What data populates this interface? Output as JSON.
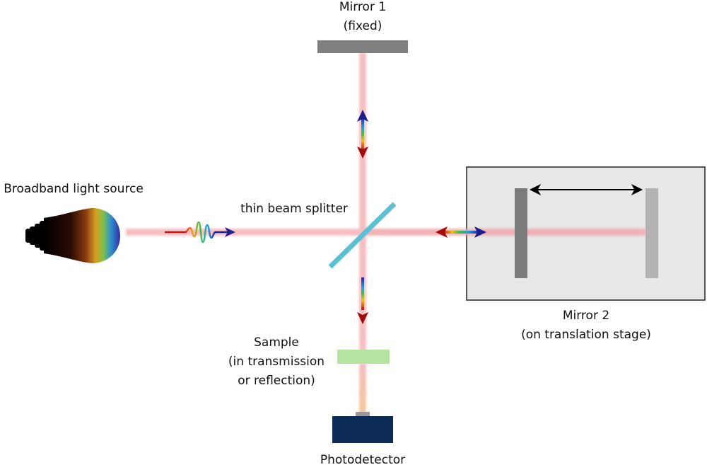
{
  "labels": {
    "mirror1_line1": "Mirror 1",
    "mirror1_line2": "(fixed)",
    "light_source": "Broadband light source",
    "beam_splitter": "thin beam  splitter",
    "mirror2_line1": "Mirror 2",
    "mirror2_line2": "(on translation stage)",
    "sample_line1": "Sample",
    "sample_line2": "(in transmission",
    "sample_line3": "or reflection)",
    "detector": "Photodetector"
  },
  "colors": {
    "beam": "#f4b4b8",
    "mirror1": "#808080",
    "mirror2_near": "#7b7b7b",
    "mirror2_far": "#b3b3b3",
    "stage_fill": "#e8e8e8",
    "stage_border": "#222222",
    "splitter": "#5bbfd6",
    "sample": "#b4e3a2",
    "detector": "#0c2b56",
    "detector_cap": "#9a9a9a",
    "arrow_blue": "#1c1c8c",
    "arrow_red": "#a10b0b",
    "stage_arrow": "#000000"
  },
  "icons": {
    "source": "light-bulb-icon",
    "pulse": "wave-packet-icon"
  }
}
